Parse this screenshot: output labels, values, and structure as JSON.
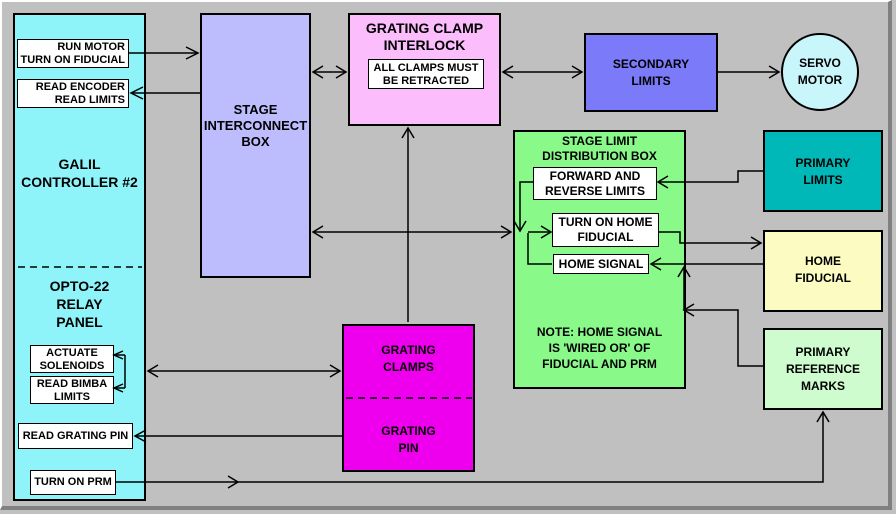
{
  "colors": {
    "background": "#c0c0c0",
    "galil": "#8ef4fa",
    "stage_box": "#bdbdfd",
    "interlock": "#fcbdfc",
    "secondary": "#7b7bfa",
    "servo": "#c9f6fb",
    "distribution": "#89fa89",
    "primary_limits": "#00b8b8",
    "home_fiducial": "#fcfcc2",
    "prm": "#cefcce",
    "grating": "#ee00ee"
  },
  "galil": {
    "title_line1": "GALIL",
    "title_line2": "CONTROLLER #2",
    "run_motor_l1": "RUN MOTOR",
    "run_motor_l2": "TURN ON FIDUCIAL",
    "read_encoder_l1": "READ ENCODER",
    "read_encoder_l2": "READ LIMITS"
  },
  "opto": {
    "title_line1": "OPTO-22",
    "title_line2": "RELAY",
    "title_line3": "PANEL",
    "actuate_l1": "ACTUATE",
    "actuate_l2": "SOLENOIDS",
    "bimba_l1": "READ BIMBA",
    "bimba_l2": "LIMITS",
    "grating_pin": "READ GRATING PIN",
    "turn_on_prm": "TURN ON PRM"
  },
  "stage_box": {
    "line1": "STAGE",
    "line2": "INTERCONNECT",
    "line3": "BOX"
  },
  "interlock": {
    "line1": "GRATING CLAMP",
    "line2": "INTERLOCK",
    "note_l1": "ALL CLAMPS MUST",
    "note_l2": "BE RETRACTED"
  },
  "secondary": {
    "line1": "SECONDARY",
    "line2": "LIMITS"
  },
  "servo": {
    "line1": "SERVO",
    "line2": "MOTOR"
  },
  "distribution": {
    "title_l1": "STAGE LIMIT",
    "title_l2": "DISTRIBUTION BOX",
    "fwd_l1": "FORWARD AND",
    "fwd_l2": "REVERSE LIMITS",
    "home_on_l1": "TURN ON HOME",
    "home_on_l2": "FIDUCIAL",
    "home_signal": "HOME SIGNAL",
    "note_l1": "NOTE:  HOME SIGNAL",
    "note_l2": "IS 'WIRED OR' OF",
    "note_l3": "FIDUCIAL AND PRM"
  },
  "primary_limits": {
    "line1": "PRIMARY",
    "line2": "LIMITS"
  },
  "home_fiducial": {
    "line1": "HOME",
    "line2": "FIDUCIAL"
  },
  "prm": {
    "line1": "PRIMARY",
    "line2": "REFERENCE",
    "line3": "MARKS"
  },
  "grating": {
    "clamps_l1": "GRATING",
    "clamps_l2": "CLAMPS",
    "pin_l1": "GRATING",
    "pin_l2": "PIN"
  }
}
